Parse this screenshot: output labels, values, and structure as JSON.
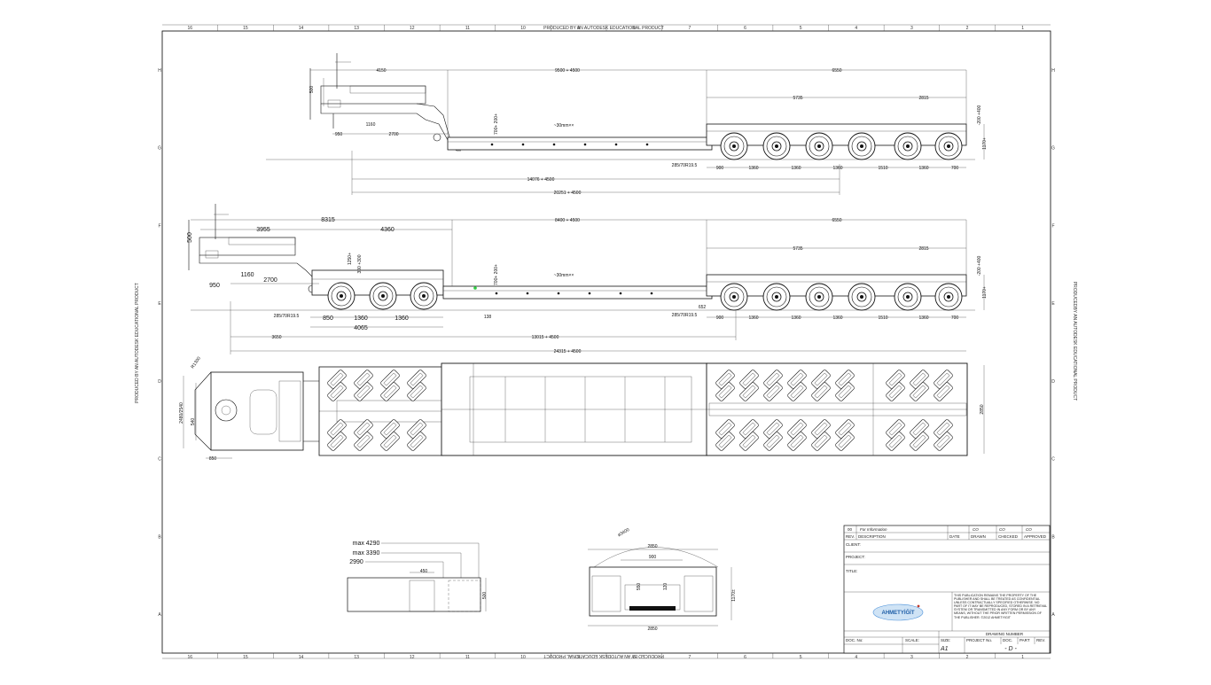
{
  "watermark": {
    "text": "PRODUCED BY AN AUTODESK EDUCATIONAL PRODUCT",
    "text_right": "PRODUCEDBY AN AUTODESK EDUCATIONAL PRODUCT"
  },
  "border": {
    "top_numbers": [
      "16",
      "15",
      "14",
      "13",
      "12",
      "11",
      "10",
      "9",
      "8",
      "7",
      "6",
      "5",
      "4",
      "3",
      "2",
      "1"
    ],
    "bottom_numbers": [
      "16",
      "15",
      "14",
      "13",
      "12",
      "11",
      "10",
      "9",
      "8",
      "7",
      "6",
      "5",
      "4",
      "3",
      "2",
      "1"
    ],
    "side_letters": [
      "H",
      "G",
      "F",
      "E",
      "D",
      "C",
      "B",
      "A"
    ]
  },
  "view1": {
    "dims": {
      "d4150": "4150",
      "d9500": "9500 + 4500",
      "d6550": "6550",
      "d500": "500",
      "d5735": "5735",
      "d2815": "2815",
      "d200_400": "-200 +400",
      "d700_200": "700+ 200+",
      "d30mm": "~30mm××",
      "d1160": "1160",
      "d950": "950",
      "d2700": "2700",
      "d1170": "1170+",
      "tyre": "285/70R19.5",
      "w900": "900",
      "w1360a": "1360",
      "w1360b": "1360",
      "w1360c": "1360",
      "w1510": "1510",
      "w1360d": "1360",
      "w700": "700",
      "d14076": "14076 + 4500",
      "d20251": "20251 + 4500"
    }
  },
  "view2": {
    "dims": {
      "d8315": "8315",
      "d3955": "3955",
      "d4360": "4360",
      "d8400": "8400 + 4500",
      "d6550": "6550",
      "d500": "500",
      "d1250": "1250+",
      "d300": "300 +300",
      "d5735": "5735",
      "d2815": "2815",
      "d200_400": "-200 +400",
      "d700_200": "700+ 200+",
      "d30mm": "~30mm××",
      "d1160": "1160",
      "d2700": "2700",
      "d950": "950",
      "tyre1": "285/70R19.5",
      "d850": "850",
      "d1360a": "1360",
      "d1360b": "1360",
      "d4065": "4065",
      "d138": "138",
      "tyre2": "285/70R19.5",
      "d652": "652",
      "w900": "900",
      "w1360a": "1360",
      "w1360b": "1360",
      "w1360c": "1360",
      "w1510": "1510",
      "w1360d": "1360",
      "w700": "700",
      "d3650": "3650",
      "d13015": "13015 + 4500",
      "d24315": "24315 + 4500"
    }
  },
  "plan_view": {
    "dims": {
      "r": "R1300",
      "d2480": "2480/2540",
      "d540": "540",
      "d850": "850",
      "d2850": "2850"
    }
  },
  "detail_view": {
    "dims": {
      "max4290": "max 4290",
      "max3390": "max 3390",
      "d2990": "2990",
      "d450": "450",
      "d500": "500"
    }
  },
  "end_view": {
    "dims": {
      "radius": "ø3400",
      "d2850top": "2850",
      "d900": "900",
      "d550": "550",
      "d120": "120",
      "d1170": "1170±",
      "d2850bot": "2850"
    }
  },
  "title_block": {
    "rev_num": "00",
    "rev_desc": "For Information",
    "co1": "CO",
    "co2": "CO",
    "co3": "CO",
    "rev": "REV.",
    "description": "DESCRIPTION",
    "date": "DATE",
    "drawn": "DRAWN",
    "checked": "CHECKED",
    "approved": "APPROVED",
    "client": "CLIENT:",
    "project": "PROJECT:",
    "title": "TITLE:",
    "logo": "AHMETYİĞİT",
    "notice": "THIS PUBLICATION REMAINS THE PROPERTY OF THE PUBLISHER AND SHALL BE TREATED AS CONFIDENTIAL UNLESS CONTRACTUALLY SPECIFIED OTHERWISE. NO PART OF IT MAY BE REPRODUCED, STORED IN A RETRIEVAL SYSTEM OR TRANSMITTED IN ANY FORM OR BY ANY MEANS, WITHOUT THE PRIOR WRITTEN PERMISSION OF THE PUBLISHER. ©2012 AHMETYIGIT",
    "drawing_number": "DRAWING NUMBER",
    "project_no": "PROJECT No.",
    "doc": "DOC.",
    "part": "PART",
    "rev2": "REV.",
    "doc_no": "DOC. No:",
    "scale": "SCALE:",
    "size": "SIZE:",
    "size_val": "A1",
    "dwg_val": "- D -"
  }
}
